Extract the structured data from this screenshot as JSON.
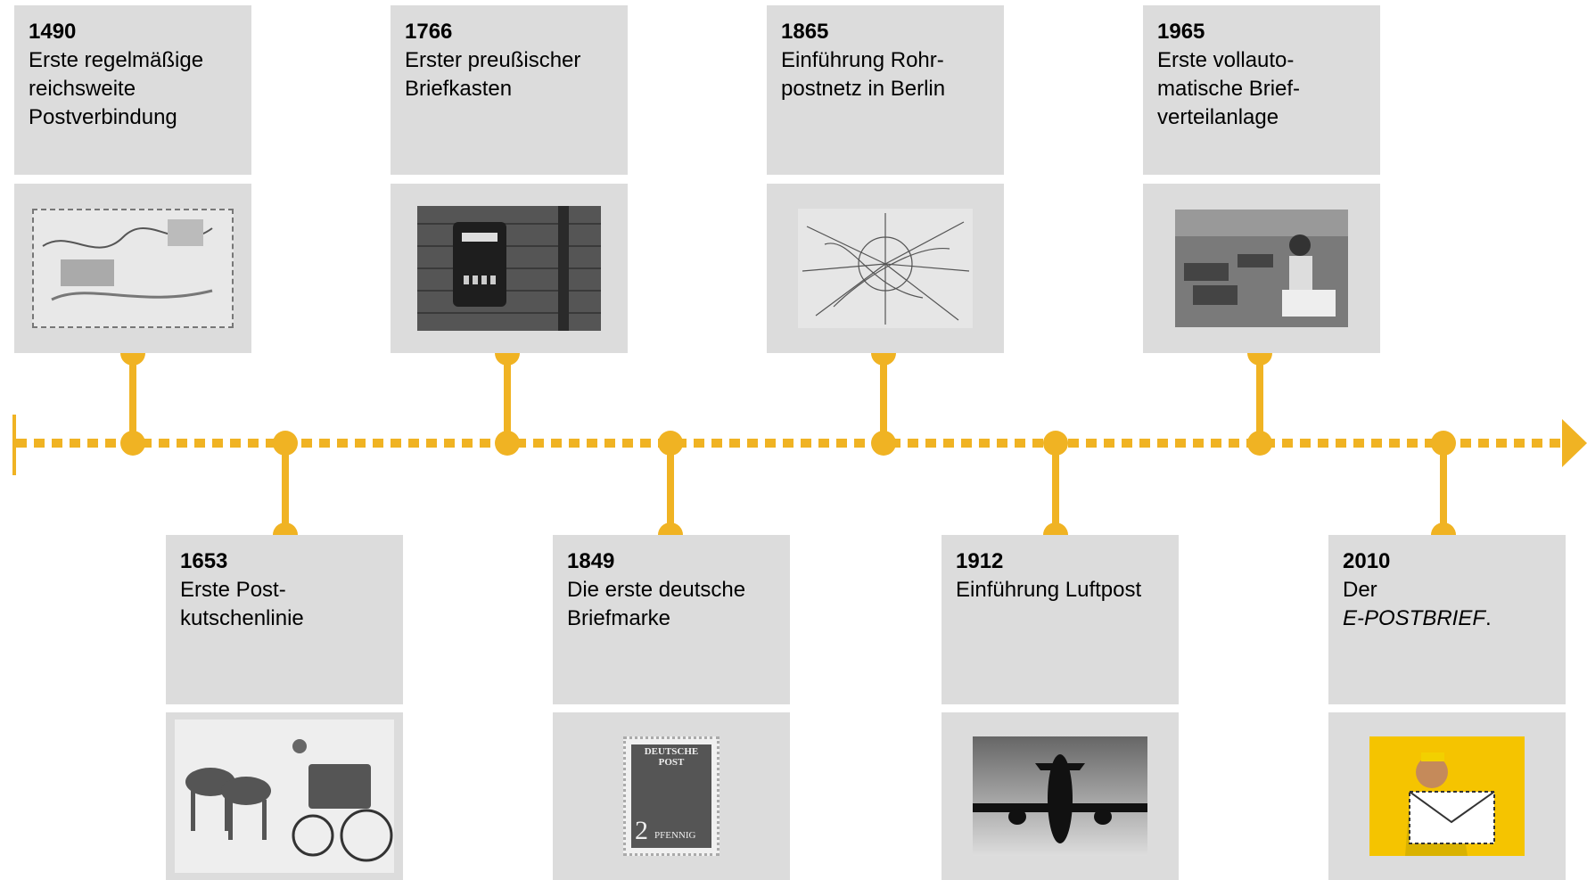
{
  "events": [
    {
      "year": "1490",
      "lines": [
        "Erste regelmäßige",
        "reichsweite",
        "Postverbindung"
      ],
      "image": "letter-map-illustration",
      "position": "top"
    },
    {
      "year": "1653",
      "lines": [
        "Erste Post-",
        "kutschenlinie"
      ],
      "image": "horse-carriage-illustration",
      "position": "bottom"
    },
    {
      "year": "1766",
      "lines": [
        "Erster preußischer",
        "Briefkasten"
      ],
      "image": "mailbox-photo",
      "position": "top"
    },
    {
      "year": "1849",
      "lines": [
        "Die erste deutsche",
        "Briefmarke"
      ],
      "image": "stamp-photo",
      "position": "bottom"
    },
    {
      "year": "1865",
      "lines": [
        "Einführung Rohr-",
        "postnetz in Berlin"
      ],
      "image": "pneumatic-network-map",
      "position": "top"
    },
    {
      "year": "1912",
      "lines": [
        "Einführung Luftpost"
      ],
      "image": "airplane-photo",
      "position": "bottom"
    },
    {
      "year": "1965",
      "lines": [
        "Erste vollauto-",
        "matische Brief-",
        "verteilanlage"
      ],
      "image": "sorting-facility-photo",
      "position": "top"
    },
    {
      "year": "2010",
      "lines": [
        "Der"
      ],
      "italic": "E-POSTBRIEF",
      "italic_suffix": ".",
      "image": "courier-envelope-photo",
      "position": "bottom"
    }
  ],
  "stamp_text": {
    "top": "DEUTSCHE POST",
    "value": "2",
    "unit": "PFENNIG"
  },
  "colors": {
    "accent": "#f0b323",
    "box": "#dcdcdc",
    "courier_bg": "#f5c400"
  }
}
